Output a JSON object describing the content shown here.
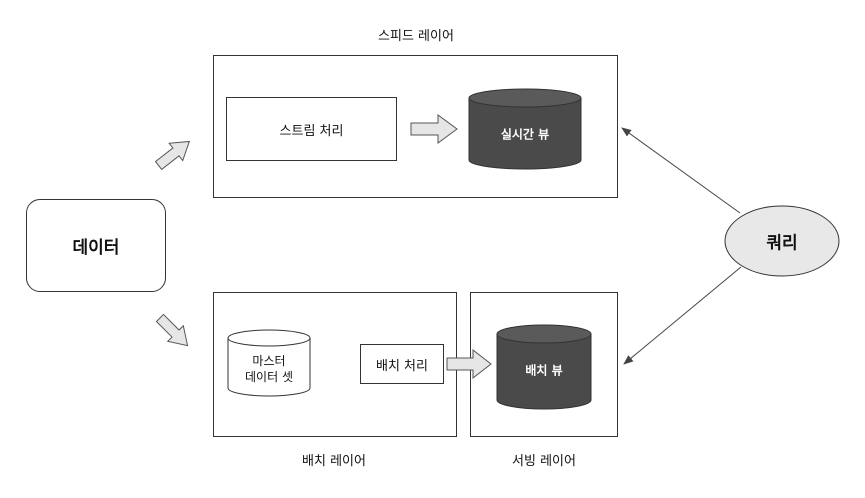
{
  "layers": {
    "speed": "스피드 레이어",
    "batch": "배치 레이어",
    "serving": "서빙 레이어"
  },
  "nodes": {
    "data": "데이터",
    "stream_processing": "스트림 처리",
    "realtime_view": "실시간 뷰",
    "master_dataset_line1": "마스터",
    "master_dataset_line2": "데이터 셋",
    "batch_processing": "배치 처리",
    "batch_view": "배치 뷰",
    "query": "쿼리"
  },
  "colors": {
    "cylinder": "#4a4a4a",
    "cylinder_top": "#5a5a5a",
    "arrow_fill": "#e6e6e6",
    "line": "#444444",
    "query_fill": "#e8e8e8"
  }
}
